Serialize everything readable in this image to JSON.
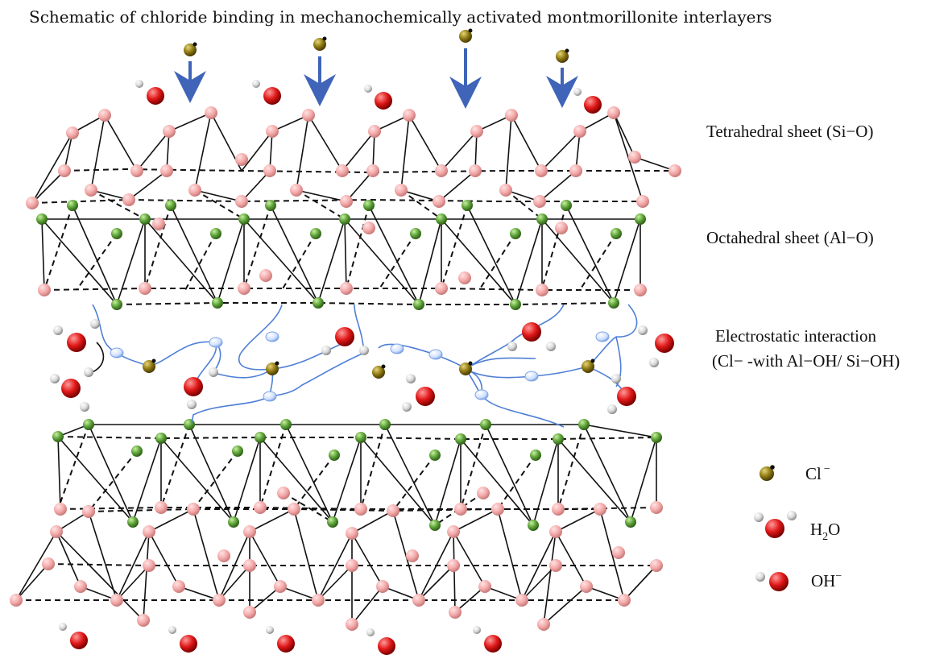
{
  "title": "Schematic of chloride binding in mechanochemically activated montmorillonite interlayers",
  "labels": {
    "tetrahedral": "Tetrahedral sheet (Si−O)",
    "octahedral": "Octahedral sheet (Al−O)",
    "electrostatic_line1": "Electrostatic interaction",
    "electrostatic_line2": "(Cl− -with Al−OH/ Si−OH)"
  },
  "legend": {
    "chloride": {
      "symbol": "Cl",
      "superscript": "−"
    },
    "water": {
      "base": "H",
      "subscript": "2",
      "suffix": "O"
    },
    "hydroxide": {
      "symbol": "OH",
      "superscript": "−"
    }
  },
  "colors": {
    "si_o_atom": "#f3a8a8",
    "al_atom": "#5ea33a",
    "chloride": "#8f7a12",
    "oxygen": "#e01818",
    "hydrogen": "#d8d8d8",
    "arrow": "#3f64b8",
    "h_bond": "#4f7fd6"
  }
}
